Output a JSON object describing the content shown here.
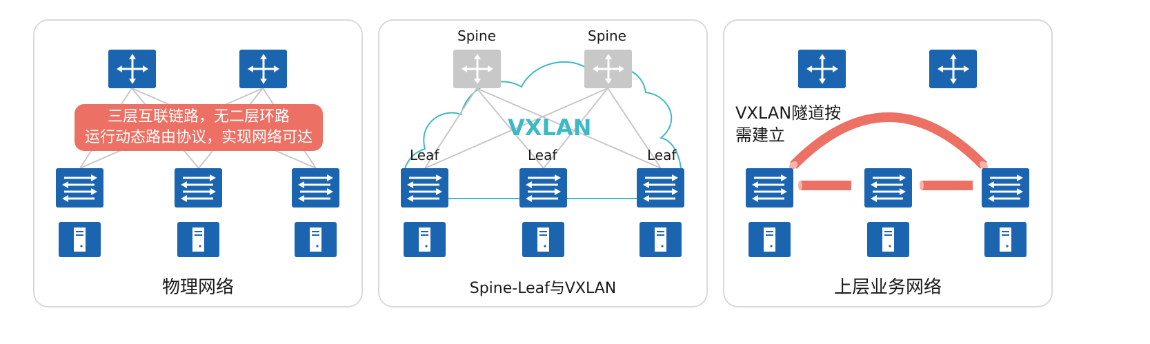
{
  "colors": {
    "device_blue": "#1a64b0",
    "device_gray": "#c8c8c8",
    "callout_red": "#ec7063",
    "tunnel_red": "#ec7063",
    "cloud_teal": "#3bb9c5",
    "link_gray": "#c7c7c7",
    "panel_border": "#d9d9d9"
  },
  "icons": {
    "spine": "router-icon",
    "leaf": "switch-icon",
    "host": "server-icon"
  },
  "panel1": {
    "caption": "物理网络",
    "callout_line1": "三层互联链路，无二层环路",
    "callout_line2": "运行动态路由协议，实现网络可达"
  },
  "panel2": {
    "caption": "Spine-Leaf与VXLAN",
    "spine_label": "Spine",
    "leaf_label": "Leaf",
    "overlay_label": "VXLAN"
  },
  "panel3": {
    "caption": "上层业务网络",
    "tunnel_note_line1": "VXLAN隧道按",
    "tunnel_note_line2": "需建立"
  }
}
